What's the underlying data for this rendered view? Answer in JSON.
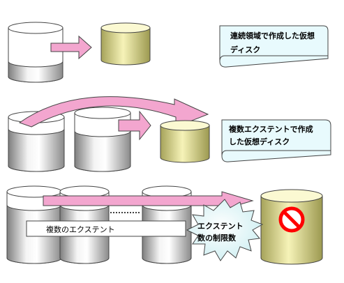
{
  "diagram": {
    "colors": {
      "disk_top": "#ffffff",
      "disk_band": "#f4f4f4",
      "disk_gradient_light": "#f7f7f7",
      "disk_gradient_dark": "#8c8c8c",
      "virtual_disk_light": "#f6f3b8",
      "virtual_disk_dark": "#a6a35a",
      "arrow_fill": "#f3a6cf",
      "arrow_stroke": "#444444",
      "scroll_fill": "#e8fafd",
      "starburst_fill": "#dff7f8",
      "prohibit_red": "#ff0000"
    },
    "row1": {
      "caption_line1": "連続領域で作成した仮想",
      "caption_line2": "ディスク"
    },
    "row2": {
      "caption_line1": "複数エクステントで作成",
      "caption_line2": "した仮想ディスク"
    },
    "row3": {
      "extents_label": "複数のエクステント",
      "burst_line1": "エクステント",
      "burst_line2": "数の制限数",
      "prohibit_icon": "prohibited-sign-icon"
    }
  }
}
